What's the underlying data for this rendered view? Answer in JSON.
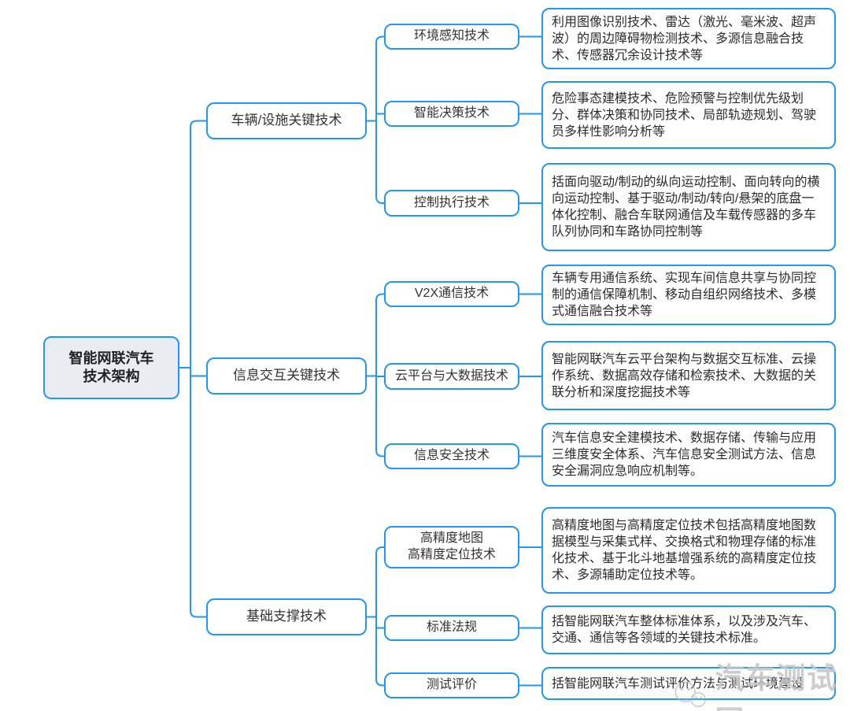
{
  "root": {
    "label": "智能网联汽车\n技术架构"
  },
  "branches": [
    {
      "label": "车辆/设施关键技术",
      "children": [
        {
          "label": "环境感知技术",
          "desc": "利用图像识别技术、雷达（激光、毫米波、超声波）的周边障碍物检测技术、多源信息融合技术、传感器冗余设计技术等"
        },
        {
          "label": "智能决策技术",
          "desc": "危险事态建模技术、危险预警与控制优先级划分、群体决策和协同技术、局部轨迹规划、驾驶员多样性影响分析等"
        },
        {
          "label": "控制执行技术",
          "desc": "括面向驱动/制动的纵向运动控制、面向转向的横向运动控制、基于驱动/制动/转向/悬架的底盘一体化控制、融合车联网通信及车载传感器的多车队列协同和车路协同控制等"
        }
      ]
    },
    {
      "label": "信息交互关键技术",
      "children": [
        {
          "label": "V2X通信技术",
          "desc": "车辆专用通信系统、实现车间信息共享与协同控制的通信保障机制、移动自组织网络技术、多模式通信融合技术等"
        },
        {
          "label": "云平台与大数据技术",
          "desc": "智能网联汽车云平台架构与数据交互标准、云操作系统、数据高效存储和检索技术、大数据的关联分析和深度挖掘技术等"
        },
        {
          "label": "信息安全技术",
          "desc": "汽车信息安全建模技术、数据存储、传输与应用三维度安全体系、汽车信息安全测试方法、信息安全漏洞应急响应机制等。"
        }
      ]
    },
    {
      "label": "基础支撑技术",
      "children": [
        {
          "label": "高精度地图\n高精度定位技术",
          "desc": "高精度地图与高精度定位技术包括高精度地图数据模型与采集式样、交换格式和物理存储的标准化技术、基于北斗地基增强系统的高精度定位技术、多源辅助定位技术等。"
        },
        {
          "label": "标准法规",
          "desc": "括智能网联汽车整体标准体系，以及涉及汽车、交通、通信等各领域的关键技术标准。"
        },
        {
          "label": "测试评价",
          "desc": "括智能网联汽车测试评价方法与测试环境建设"
        }
      ]
    }
  ],
  "watermark": {
    "text": "汽车测试网",
    "icon": "wechat-icon"
  },
  "colors": {
    "line": "#2196f3",
    "border": "#2196f3",
    "root_fill": "#e9edf3",
    "node_fill": "#ffffff",
    "text": "#333333"
  }
}
